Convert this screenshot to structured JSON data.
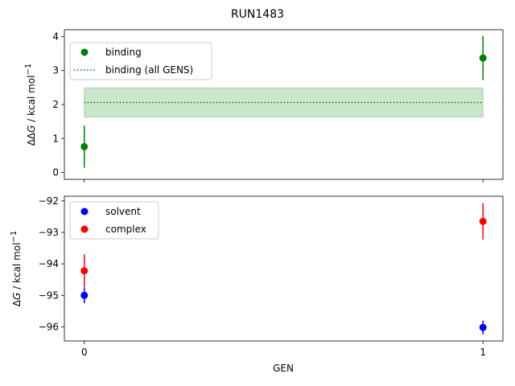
{
  "chart_data": {
    "title": "RUN1483",
    "xlabel": "GEN",
    "x_ticks": [
      {
        "value": 0,
        "label": "0"
      },
      {
        "value": 1,
        "label": "1"
      }
    ],
    "xlim": [
      -0.05,
      1.05
    ],
    "panels": [
      {
        "id": "ddg",
        "type": "scatter",
        "ylabel_html": "ΔΔ<i>G</i> / kcal mol<sup>−1</sup>",
        "ylim": [
          -0.2,
          4.2
        ],
        "y_ticks": [
          {
            "value": 0,
            "label": "0"
          },
          {
            "value": 1,
            "label": "1"
          },
          {
            "value": 2,
            "label": "2"
          },
          {
            "value": 3,
            "label": "3"
          },
          {
            "value": 4,
            "label": "4"
          }
        ],
        "series": [
          {
            "name": "binding",
            "color": "#008000",
            "points": [
              {
                "x": 0,
                "y": 0.76,
                "err": 0.62
              },
              {
                "x": 1,
                "y": 3.37,
                "err": 0.65
              }
            ]
          }
        ],
        "band": {
          "name": "binding (all GENS)",
          "color": "#008000",
          "x": [
            0,
            1
          ],
          "y": 2.06,
          "lower": 1.63,
          "upper": 2.49
        },
        "legend": {
          "position": "upper-left",
          "entries": [
            {
              "label": "binding",
              "kind": "marker",
              "color": "#008000"
            },
            {
              "label": "binding (all GENS)",
              "kind": "dotted-line",
              "color": "#008000"
            }
          ]
        }
      },
      {
        "id": "dg",
        "type": "scatter",
        "ylabel_html": "Δ<i>G</i> / kcal mol<sup>−1</sup>",
        "ylim": [
          -96.45,
          -91.85
        ],
        "y_ticks": [
          {
            "value": -92,
            "label": "−92"
          },
          {
            "value": -93,
            "label": "−93"
          },
          {
            "value": -94,
            "label": "−94"
          },
          {
            "value": -95,
            "label": "−95"
          },
          {
            "value": -96,
            "label": "−96"
          }
        ],
        "series": [
          {
            "name": "solvent",
            "color": "#0000ff",
            "points": [
              {
                "x": 0,
                "y": -95.0,
                "err": 0.25
              },
              {
                "x": 1,
                "y": -96.02,
                "err": 0.22
              }
            ]
          },
          {
            "name": "complex",
            "color": "#ff0000",
            "points": [
              {
                "x": 0,
                "y": -94.22,
                "err": 0.52
              },
              {
                "x": 1,
                "y": -92.65,
                "err": 0.58
              }
            ]
          }
        ],
        "legend": {
          "position": "upper-left",
          "entries": [
            {
              "label": "solvent",
              "kind": "marker",
              "color": "#0000ff"
            },
            {
              "label": "complex",
              "kind": "marker",
              "color": "#ff0000"
            }
          ]
        }
      }
    ]
  }
}
